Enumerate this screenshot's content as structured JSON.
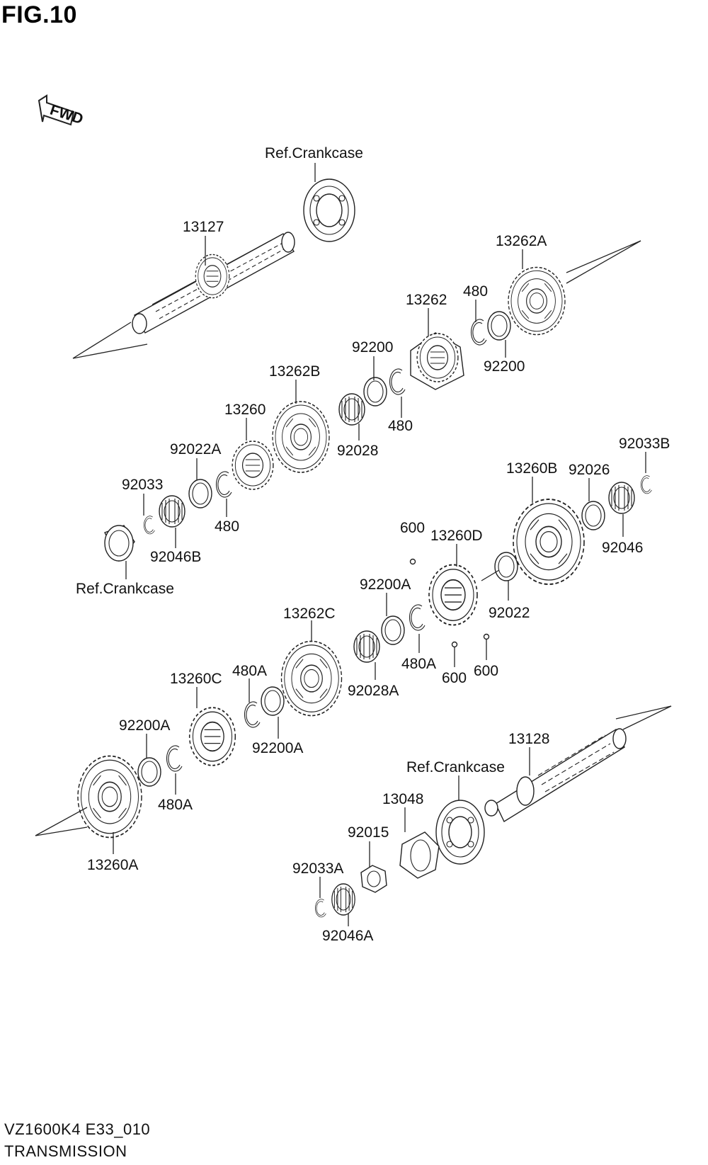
{
  "figure": {
    "title": "FIG.10",
    "fwd_label": "FWD",
    "model_code": "VZ1600K4 E33_010",
    "section_name": "TRANSMISSION"
  },
  "labels": {
    "ref_crankcase_top": "Ref.Crankcase",
    "p13127": "13127",
    "p13262A": "13262A",
    "p480_a": "480",
    "p13262": "13262",
    "p92200_a": "92200",
    "p92200_b": "92200",
    "p480_b": "480",
    "p13262B": "13262B",
    "p92028": "92028",
    "p13260": "13260",
    "p92022A": "92022A",
    "p480_c": "480",
    "p92033": "92033",
    "p92046B": "92046B",
    "ref_crankcase_left": "Ref.Crankcase",
    "p92033B": "92033B",
    "p13260B": "13260B",
    "p92026": "92026",
    "p92046": "92046",
    "p600_a": "600",
    "p13260D": "13260D",
    "p92200A_a": "92200A",
    "p92022": "92022",
    "p13262C": "13262C",
    "p480A_a": "480A",
    "p600_b": "600",
    "p600_c": "600",
    "p92028A": "92028A",
    "p13260C": "13260C",
    "p480A_b": "480A",
    "p92200A_b": "92200A",
    "p92200A_c": "92200A",
    "p480A_c": "480A",
    "p13260A": "13260A",
    "p13128": "13128",
    "ref_crankcase_bottom": "Ref.Crankcase",
    "p13048": "13048",
    "p92015": "92015",
    "p92033A": "92033A",
    "p92046A": "92046A"
  }
}
